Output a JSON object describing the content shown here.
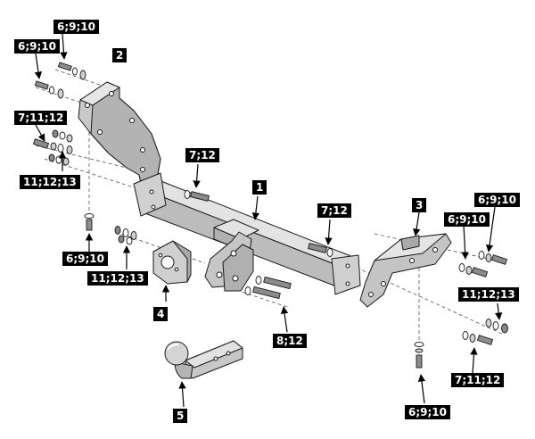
{
  "part_numbers": {
    "p1": "1",
    "p2": "2",
    "p3": "3",
    "p4": "4",
    "p5": "5"
  },
  "hardware_labels": {
    "a": "6;9;10",
    "b": "6;9;10",
    "c": "7;11;12",
    "d": "11;12;13",
    "e": "6;9;10",
    "f": "7;12",
    "g": "11;12;13",
    "h": "7;12",
    "i": "8;12",
    "j": "6;9;10",
    "k": "6;9;10",
    "l": "11;12;13",
    "m": "7;11;12",
    "n": "6;9;10"
  },
  "colors": {
    "steel_light": "#d9d9d9",
    "steel_mid": "#b8b8b8",
    "steel_dark": "#8c8c8c",
    "outline": "#1a1a1a",
    "label_bg": "#000000",
    "label_text": "#ffffff"
  }
}
